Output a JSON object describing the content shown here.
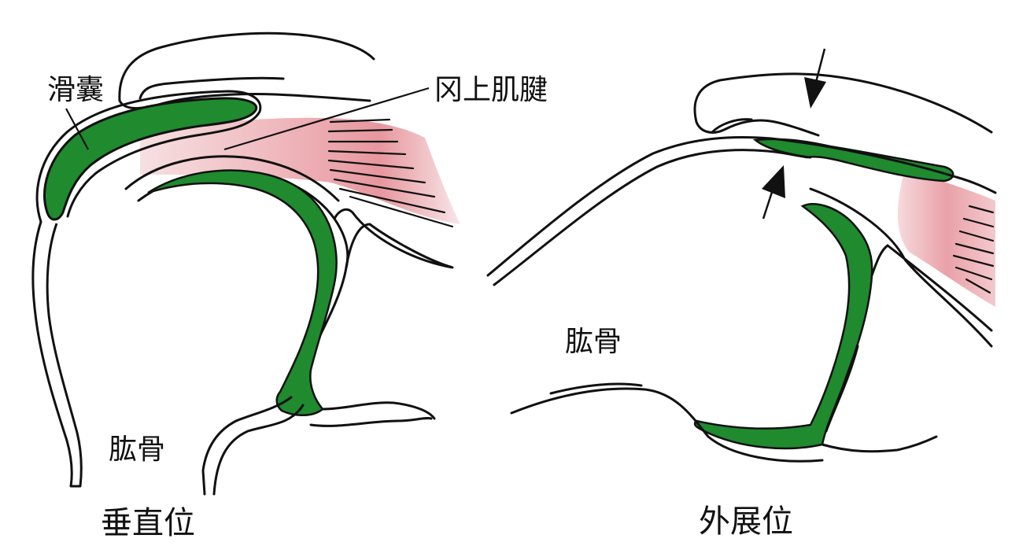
{
  "labels": {
    "bursa": "滑囊",
    "supraspinatus_tendon": "冈上肌腱",
    "humerus_left": "肱骨",
    "humerus_right": "肱骨",
    "position_vertical": "垂直位",
    "position_abduction": "外展位"
  },
  "colors": {
    "outline": "#111111",
    "bursa_green": "#1f8a2e",
    "tendon_pink": "#e8a0a6",
    "background": "#ffffff"
  },
  "icons": {
    "arrow_down": "arrow-down-icon",
    "arrow_up": "arrow-up-icon"
  }
}
